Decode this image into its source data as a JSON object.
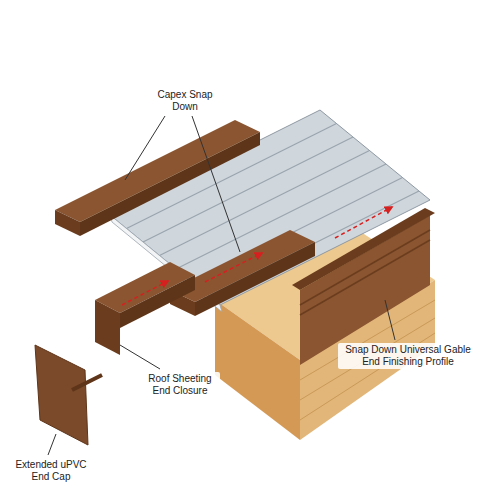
{
  "diagram": {
    "labels": [
      "Capex Snap Down",
      "Roof Sheeting End Closure",
      "Extended uPVC End Cap",
      "Snap Down Universal Gable End Finishing Profile"
    ]
  }
}
